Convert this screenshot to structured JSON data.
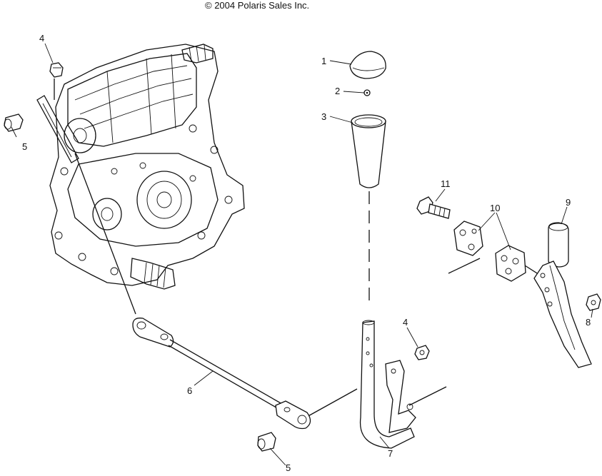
{
  "header": {
    "copyright": "© 2004 Polaris Sales Inc."
  },
  "callouts": [
    {
      "id": "c1",
      "label": "1"
    },
    {
      "id": "c2",
      "label": "2"
    },
    {
      "id": "c3",
      "label": "3"
    },
    {
      "id": "c4a",
      "label": "4"
    },
    {
      "id": "c4b",
      "label": "4"
    },
    {
      "id": "c5a",
      "label": "5"
    },
    {
      "id": "c5b",
      "label": "5"
    },
    {
      "id": "c6",
      "label": "6"
    },
    {
      "id": "c7",
      "label": "7"
    },
    {
      "id": "c8",
      "label": "8"
    },
    {
      "id": "c9",
      "label": "9"
    },
    {
      "id": "c10",
      "label": "10"
    },
    {
      "id": "c11",
      "label": "11"
    }
  ]
}
